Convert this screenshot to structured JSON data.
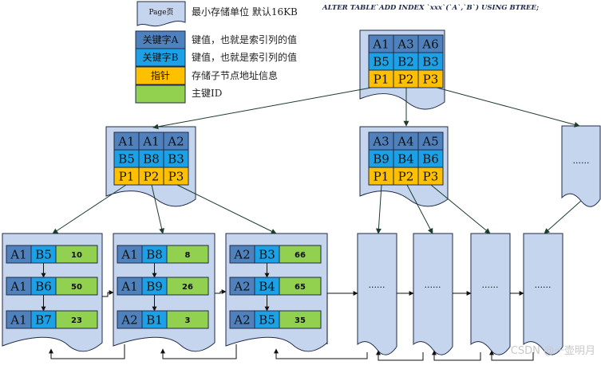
{
  "sql": "ALTER TABLE`ADD INDEX `xxx`(`A`,`B`) USING BTREE;",
  "legend": {
    "page_label": "Page页",
    "page_desc": "最小存储单位 默认16KB",
    "key_a_label": "关键字A",
    "key_a_desc": "键值，也就是索引列的值",
    "key_b_label": "关键字B",
    "key_b_desc": "键值，也就是索引列的值",
    "ptr_label": "指针",
    "ptr_desc": "存储子节点地址信息",
    "pk_desc": "主键ID"
  },
  "colors": {
    "page": "#c5d5ee",
    "key_a": "#4f81bd",
    "key_b": "#1da1e6",
    "pointer": "#ffc000",
    "primary_key": "#92d050",
    "border": "#1f2a4a"
  },
  "root": {
    "a": [
      "A1",
      "A3",
      "A6"
    ],
    "b": [
      "B5",
      "B2",
      "B3"
    ],
    "p": [
      "P1",
      "P2",
      "P3"
    ]
  },
  "internal_left": {
    "a": [
      "A1",
      "A1",
      "A2"
    ],
    "b": [
      "B5",
      "B8",
      "B3"
    ],
    "p": [
      "P1",
      "P2",
      "P3"
    ]
  },
  "internal_mid": {
    "a": [
      "A3",
      "A4",
      "A5"
    ],
    "b": [
      "B9",
      "B4",
      "B6"
    ],
    "p": [
      "P1",
      "P2",
      "P3"
    ]
  },
  "internal_right_text": "......",
  "leaves": [
    {
      "rows": [
        {
          "a": "A1",
          "b": "B5",
          "id": "10"
        },
        {
          "a": "A1",
          "b": "B6",
          "id": "50"
        },
        {
          "a": "A1",
          "b": "B7",
          "id": "23"
        }
      ]
    },
    {
      "rows": [
        {
          "a": "A1",
          "b": "B8",
          "id": "8"
        },
        {
          "a": "A1",
          "b": "B9",
          "id": "26"
        },
        {
          "a": "A2",
          "b": "B1",
          "id": "3"
        }
      ]
    },
    {
      "rows": [
        {
          "a": "A2",
          "b": "B3",
          "id": "66"
        },
        {
          "a": "A2",
          "b": "B4",
          "id": "65"
        },
        {
          "a": "A2",
          "b": "B5",
          "id": "35"
        }
      ]
    }
  ],
  "leaf_placeholders": [
    "......",
    "......",
    "......",
    "......"
  ],
  "watermark": "CSDN @一壶明月"
}
